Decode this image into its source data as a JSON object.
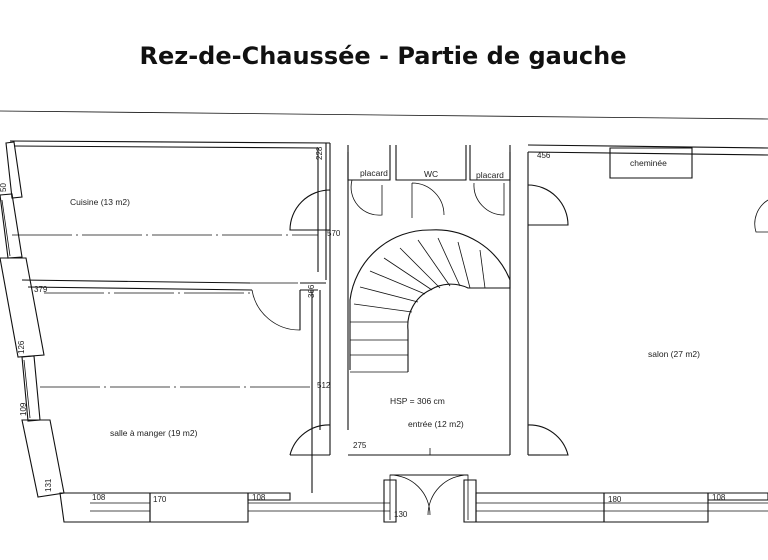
{
  "title": "Rez-de-Chaussée - Partie de gauche",
  "rooms": {
    "cuisine": "Cuisine (13 m2)",
    "salle_a_manger": "salle à manger (19 m2)",
    "entree": "entrée (12 m2)",
    "salon": "salon (27 m2)",
    "placard_left": "placard",
    "wc": "WC",
    "placard_right": "placard",
    "cheminee": "cheminée"
  },
  "annotations": {
    "hsp": "HSP = 306 cm"
  },
  "dimensions": {
    "d228": "228",
    "d570": "570",
    "d366": "366",
    "d512": "512",
    "d275": "275",
    "d379": "379",
    "d126": "126",
    "d109": "109",
    "d131": "131",
    "d108a": "108",
    "d170": "170",
    "d108b": "108",
    "d130": "130",
    "d180": "180",
    "d108c": "108",
    "d456": "456",
    "d50": "50"
  }
}
